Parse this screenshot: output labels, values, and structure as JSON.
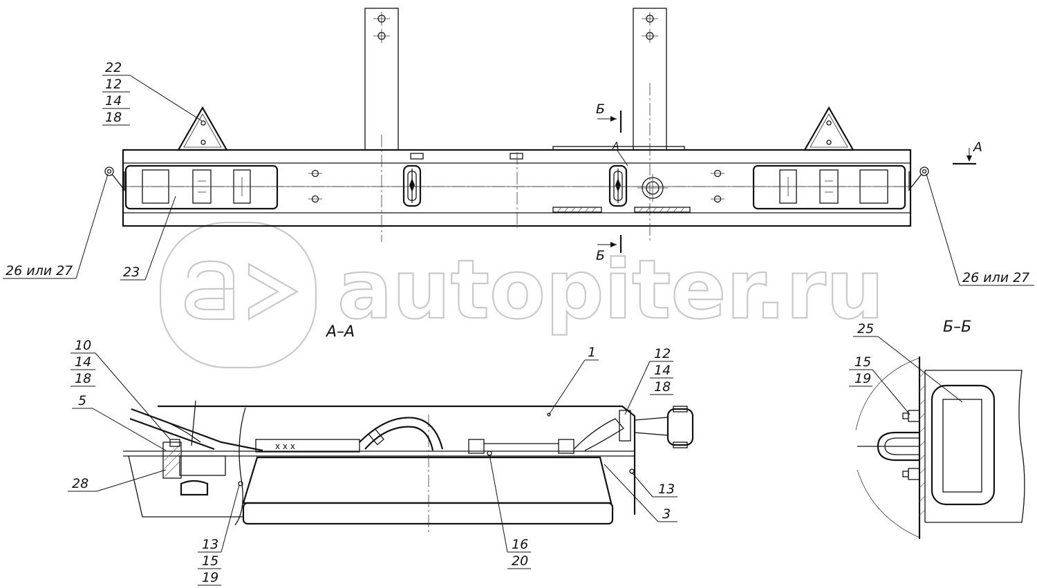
{
  "watermark": {
    "text": "autopiter.ru"
  },
  "sections": {
    "aa": "А–А",
    "bb": "Б–Б"
  },
  "markers": {
    "a": "А",
    "b_top": "Б",
    "b_bottom": "Б"
  },
  "callouts": {
    "c22": "22",
    "c12a": "12",
    "c14a": "14",
    "c18a": "18",
    "c26l": "26 или 27",
    "c23": "23",
    "c26r": "26 или 27",
    "c10": "10",
    "c14b": "14",
    "c18b": "18",
    "c5": "5",
    "c28": "28",
    "c13a": "13",
    "c15a": "15",
    "c19a": "19",
    "c1": "1",
    "c12b": "12",
    "c14c": "14",
    "c18c": "18",
    "c13b": "13",
    "c3": "3",
    "c16": "16",
    "c20": "20",
    "c25": "25",
    "c15b": "15",
    "c19b": "19"
  }
}
